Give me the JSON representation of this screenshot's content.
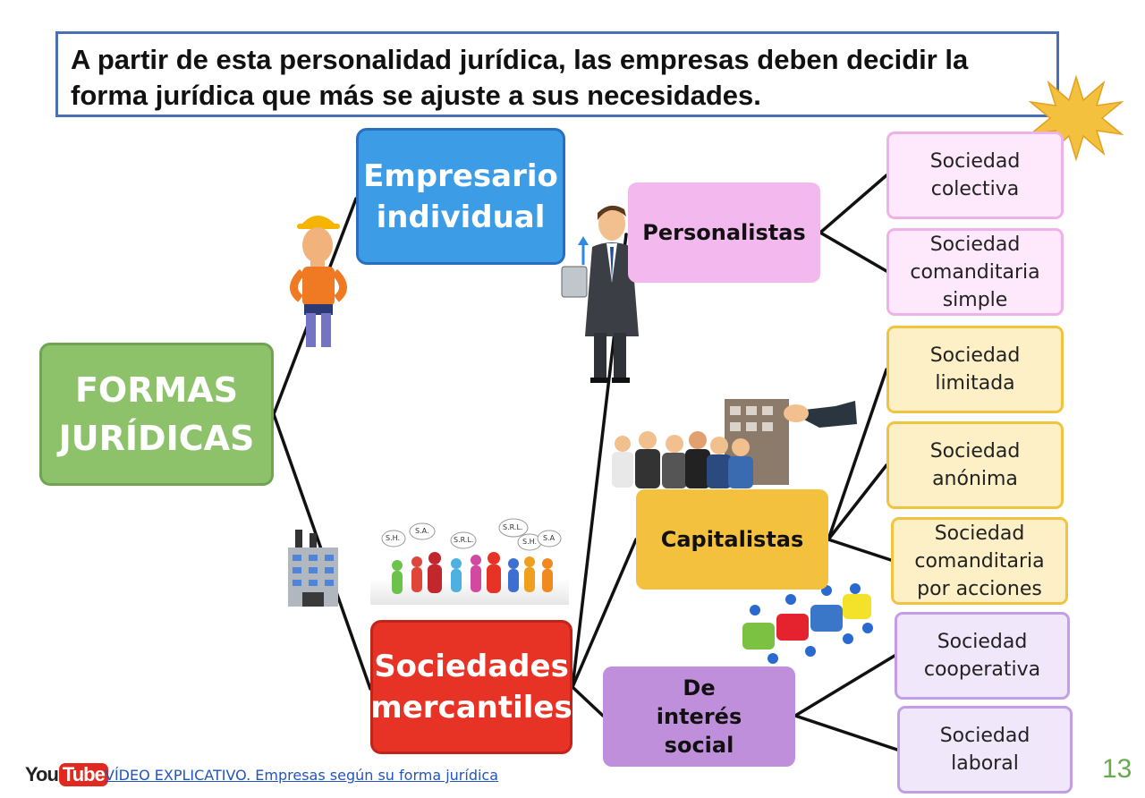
{
  "title": "A partir de esta personalidad jurídica, las empresas deben decidir la forma jurídica que más se ajuste a sus necesidades.",
  "root": "FORMAS JURÍDICAS",
  "branches": {
    "empresario": "Empresario individual",
    "sociedades": "Sociedades mercantiles"
  },
  "groups": {
    "personalistas": "Personalistas",
    "capitalistas": "Capitalistas",
    "interes_social": "De interés social"
  },
  "leaves": {
    "colectiva": "Sociedad colectiva",
    "comanditaria_simple": "Sociedad comanditaria simple",
    "limitada": "Sociedad limitada",
    "anonima": "Sociedad anónima",
    "comanditaria_acciones": "Sociedad comanditaria por acciones",
    "cooperativa": "Sociedad cooperativa",
    "laboral": "Sociedad laboral"
  },
  "speech_labels": [
    "S.H.",
    "S.A.",
    "S.R.L.",
    "S.R.L.",
    "S.H.",
    "S.A"
  ],
  "youtube_logo": "YouTube",
  "footer_link": "VÍDEO EXPLICATIVO. Empresas según su forma jurídica",
  "page_number": "13",
  "colors": {
    "green": "#8dc26b",
    "blue": "#3d9ce6",
    "red": "#e63325",
    "pink": "#f3b8ee",
    "yellow": "#f4c13f",
    "purple": "#c08fdc"
  }
}
